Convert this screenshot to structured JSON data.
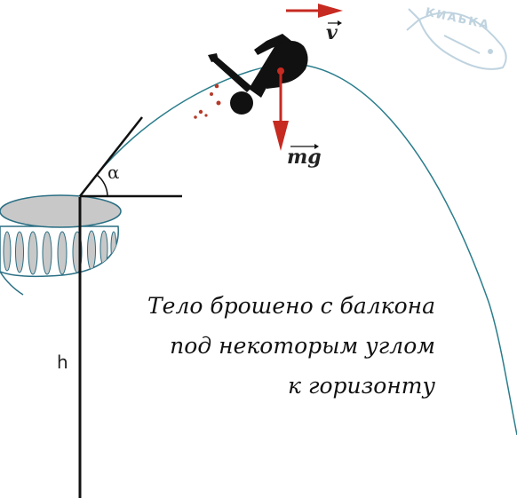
{
  "caption": {
    "line1": "Тело брошено с балкона",
    "line2": "под некоторым углом",
    "line3": "к горизонту"
  },
  "labels": {
    "angle": "α",
    "height": "h",
    "velocity": "v",
    "weight": "mg"
  },
  "logo": {
    "text": "КИАЬКА"
  },
  "colors": {
    "trajectory": "#2b7d8c",
    "vector": "#c62a21",
    "balcony_fill": "#c8c8c8",
    "balcony_stroke": "#2b6f84",
    "silhouette": "#111111",
    "logo": "#bfd3df"
  }
}
